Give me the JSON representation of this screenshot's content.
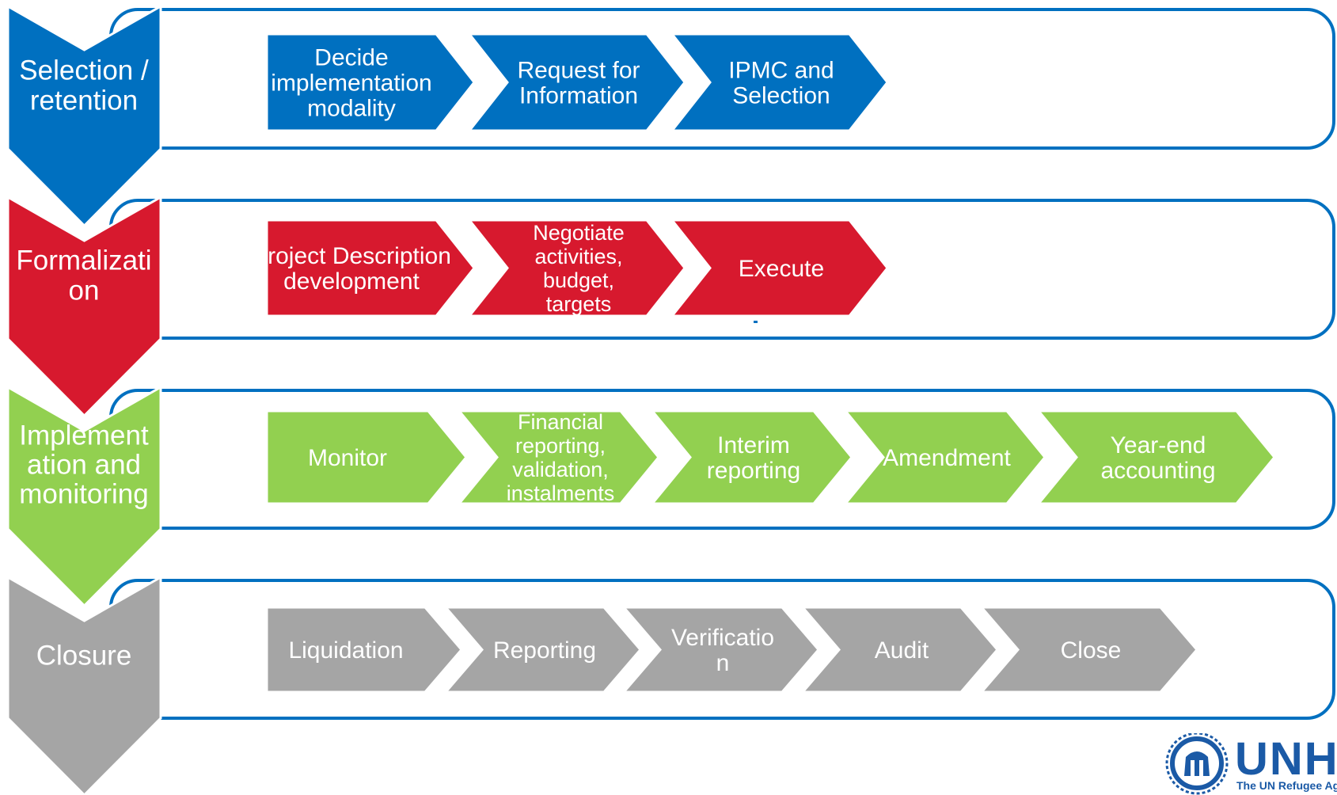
{
  "colors": {
    "blue": "#0070c0",
    "red": "#d7192e",
    "green": "#92d050",
    "gray": "#a5a5a5",
    "frame": "#0070c0",
    "logo": "#1b5aa6"
  },
  "phases": [
    {
      "label_lines": [
        "Selection /",
        "retention"
      ],
      "color": "blue",
      "steps": [
        {
          "lines": [
            "Decide",
            "implementation",
            "modality"
          ]
        },
        {
          "lines": [
            "Request for",
            "Information"
          ]
        },
        {
          "lines": [
            "IPMC and",
            "Selection"
          ]
        }
      ]
    },
    {
      "label_lines": [
        "Formalizati",
        "on"
      ],
      "color": "red",
      "steps": [
        {
          "lines": [
            "Project Description",
            "development"
          ]
        },
        {
          "lines": [
            "Negotiate",
            "activities,",
            "budget,",
            "targets"
          ]
        },
        {
          "lines": [
            "Execute"
          ]
        }
      ]
    },
    {
      "label_lines": [
        "Implement",
        "ation and",
        "monitoring"
      ],
      "color": "green",
      "steps": [
        {
          "lines": [
            "Monitor"
          ]
        },
        {
          "lines": [
            "Financial",
            "reporting,",
            "validation,",
            "instalments"
          ]
        },
        {
          "lines": [
            "Interim",
            "reporting"
          ]
        },
        {
          "lines": [
            "Amendment"
          ]
        },
        {
          "lines": [
            "Year-end",
            "accounting"
          ]
        }
      ]
    },
    {
      "label_lines": [
        "Closure"
      ],
      "color": "gray",
      "steps": [
        {
          "lines": [
            "Liquidation"
          ]
        },
        {
          "lines": [
            "Reporting"
          ]
        },
        {
          "lines": [
            "Verificatio",
            "n"
          ]
        },
        {
          "lines": [
            "Audit"
          ]
        },
        {
          "lines": [
            "Close"
          ]
        }
      ]
    }
  ],
  "logo": {
    "name": "unhcr-emblem",
    "wordmark": "UNHCR",
    "tagline": "The UN Refugee Agency"
  }
}
